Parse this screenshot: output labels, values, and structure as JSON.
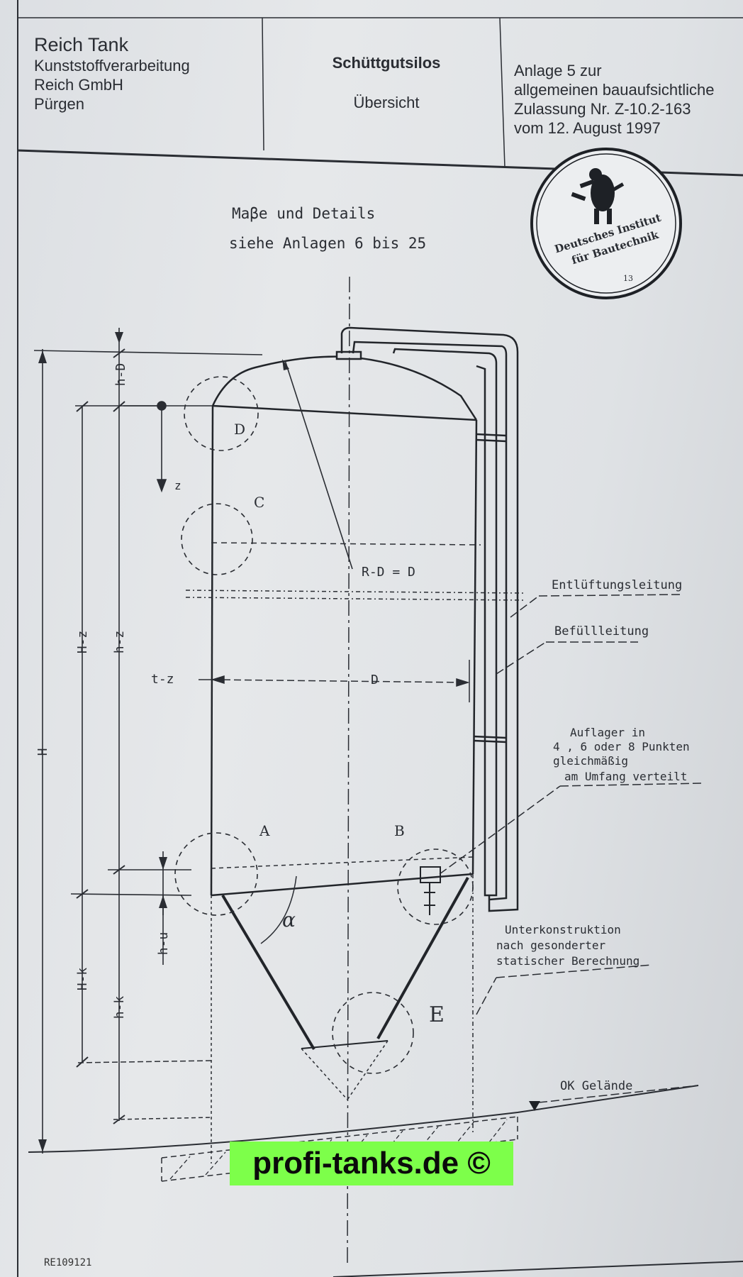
{
  "header": {
    "company": {
      "name": "Reich Tank",
      "lines": [
        "Kunststoffverarbeitung",
        "Reich GmbH",
        "Pürgen"
      ]
    },
    "title": "Schüttgutsilos",
    "subtitle": "Übersicht",
    "approval": [
      "Anlage 5 zur",
      "allgemeinen bauaufsichtliche",
      "Zulassung Nr. Z-10.2-163",
      "vom 12. August 1997"
    ]
  },
  "stamp": {
    "line1": "Deutsches Institut",
    "line2": "für Bautechnik",
    "number": "13",
    "emblem": "bear-emblem-icon"
  },
  "note": {
    "line1": "Maβe und Details",
    "line2": "siehe Anlagen 6 bis 25"
  },
  "labels": {
    "radius": "R-D = D",
    "diameter": "D",
    "wall_thickness": "t-z",
    "depth_axis": "z",
    "detail_a": "A",
    "detail_b": "B",
    "detail_c": "C",
    "detail_d": "D",
    "detail_e": "E",
    "angle": "α"
  },
  "dimensions": {
    "total_height": "H",
    "h_d": "h-D",
    "h_z": "h-z",
    "h_z_upper": "H-z",
    "h_k": "h-k",
    "h_k_upper": "H-k",
    "h_u": "h-u"
  },
  "callouts": {
    "vent": "Entlüftungsleitung",
    "fill": "Befüllleitung",
    "support": [
      "Auflager in",
      "4 , 6 oder 8 Punkten",
      "gleichmäßig",
      "am Umfang verteilt"
    ],
    "substructure": [
      "Unterkonstruktion",
      "nach gesonderter",
      "statischer Berechnung"
    ],
    "ground": "OK Gelände"
  },
  "footer": {
    "brand": "profi-tanks.de ©",
    "drawing_number": "RE109121"
  },
  "colors": {
    "paper": "#e2e4e7",
    "ink": "#2a2d33",
    "brand_bg": "#7dff4a"
  }
}
